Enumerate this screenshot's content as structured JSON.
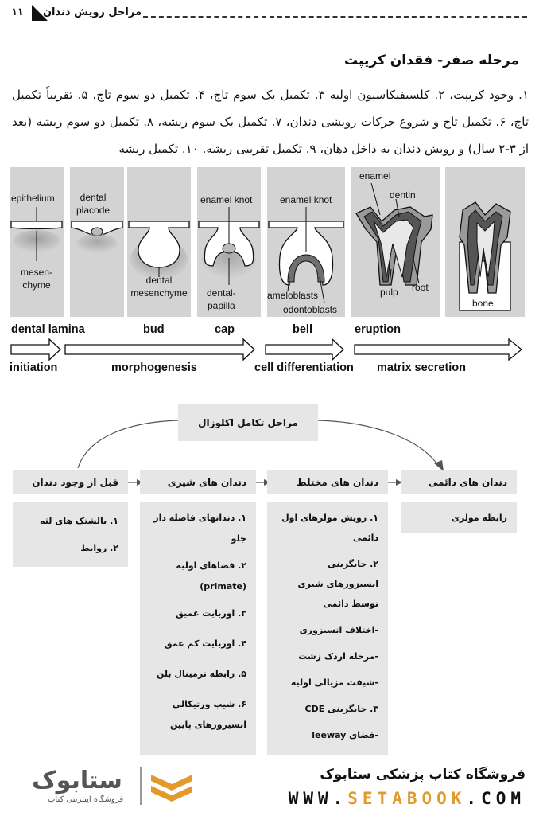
{
  "header": {
    "title": "مراحل رویش دندان",
    "page_number": "۱۱"
  },
  "section": {
    "title": "مرحله صفر- فقدان کریپت",
    "body": "۱. وجود کریپت، ۲. کلسیفیکاسیون اولیه ۳. تکمیل یک سوم تاج، ۴. تکمیل دو سوم تاج، ۵. تقریباً تکمیل تاج، ۶. تکمیل تاج و شروع حرکات رویشی دندان، ۷. تکمیل یک سوم ریشه، ۸. تکمیل دو سوم ریشه (بعد از ۳-۲ سال) و رویش دندان به داخل دهان، ۹. تکمیل تقریبی ریشه. ۱۰. تکمیل ریشه"
  },
  "figure": {
    "labels": {
      "epithelium": "epithelium",
      "mesenchyme": "mesen-\nchyme",
      "dental_placode": "dental\nplacode",
      "dental_mesenchyme": "dental\nmesenchyme",
      "enamel_knot_1": "enamel knot",
      "dental_papilla": "dental-\npapilla",
      "enamel_knot_2": "enamel knot",
      "ameloblasts": "ameloblasts",
      "odontoblasts": "odontoblasts",
      "enamel": "enamel",
      "dentin": "dentin",
      "pulp": "pulp",
      "root": "root",
      "bone": "bone"
    },
    "stages": [
      "dental lamina",
      "bud",
      "cap",
      "bell",
      "eruption"
    ],
    "processes": [
      "initiation",
      "morphogenesis",
      "cell differentiation",
      "matrix secretion"
    ]
  },
  "flow": {
    "top": "مراحل تکامل اکلوزال",
    "stages": [
      "قبل از وجود دندان",
      "دندان های شیری",
      "دندان های مختلط",
      "دندان های دائمی"
    ],
    "col1": [
      "۱. بالشتک های لثه",
      "۲. روابط"
    ],
    "col2": [
      "۱. دندانهای فاصله دار\nجلو",
      "۲. فضاهای اولیه\n(primate)",
      "۳. اوربایت عمیق",
      "۴. اوربایت کم عمق",
      "۵. رابطه ترمینال بلن",
      "۶. شیب ورتیکالی\nانسیزورهای پایین"
    ],
    "col3": [
      "۱. رویش مولرهای اول\nدائمی",
      "۲. جایگزینی\nانسیزورهای شیری\nتوسط دائمی",
      "-اختلاف انسیزوری",
      "-مرحله اردک زشت",
      "-شیفت مزیالی اولیه",
      "۳. جایگزینی CDE",
      "-فضای leeway"
    ],
    "col4": [
      "رابطه مولری"
    ]
  },
  "footer": {
    "store_name": "فروشگاه کتاب پزشکی ستابوک",
    "url_a": "WWW.",
    "url_b": "SETABOOK",
    "url_c": ".COM",
    "logo_text": "ستابوک",
    "logo_sub": "فروشگاه اینترنتی کتاب",
    "accent": "#e29a2d"
  }
}
